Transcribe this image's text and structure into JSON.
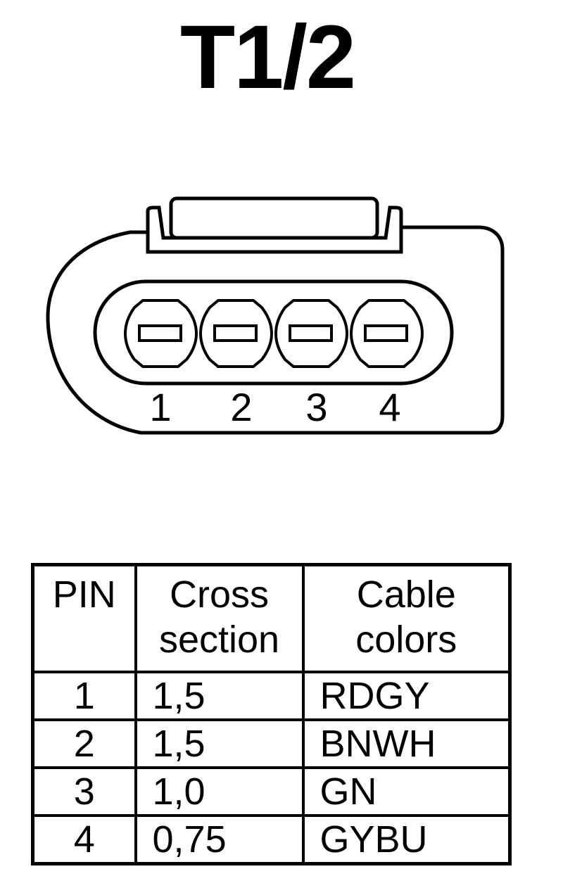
{
  "title": "T1/2",
  "connector": {
    "pin_numbers": [
      "1",
      "2",
      "3",
      "4"
    ]
  },
  "table": {
    "headers": {
      "pin": "PIN",
      "cross_line1": "Cross",
      "cross_line2": "section",
      "color_line1": "Cable",
      "color_line2": "colors"
    },
    "rows": [
      {
        "pin": "1",
        "cross": "1,5",
        "color": "RDGY"
      },
      {
        "pin": "2",
        "cross": "1,5",
        "color": "BNWH"
      },
      {
        "pin": "3",
        "cross": "1,0",
        "color": "GN"
      },
      {
        "pin": "4",
        "cross": "0,75",
        "color": "GYBU"
      }
    ]
  }
}
